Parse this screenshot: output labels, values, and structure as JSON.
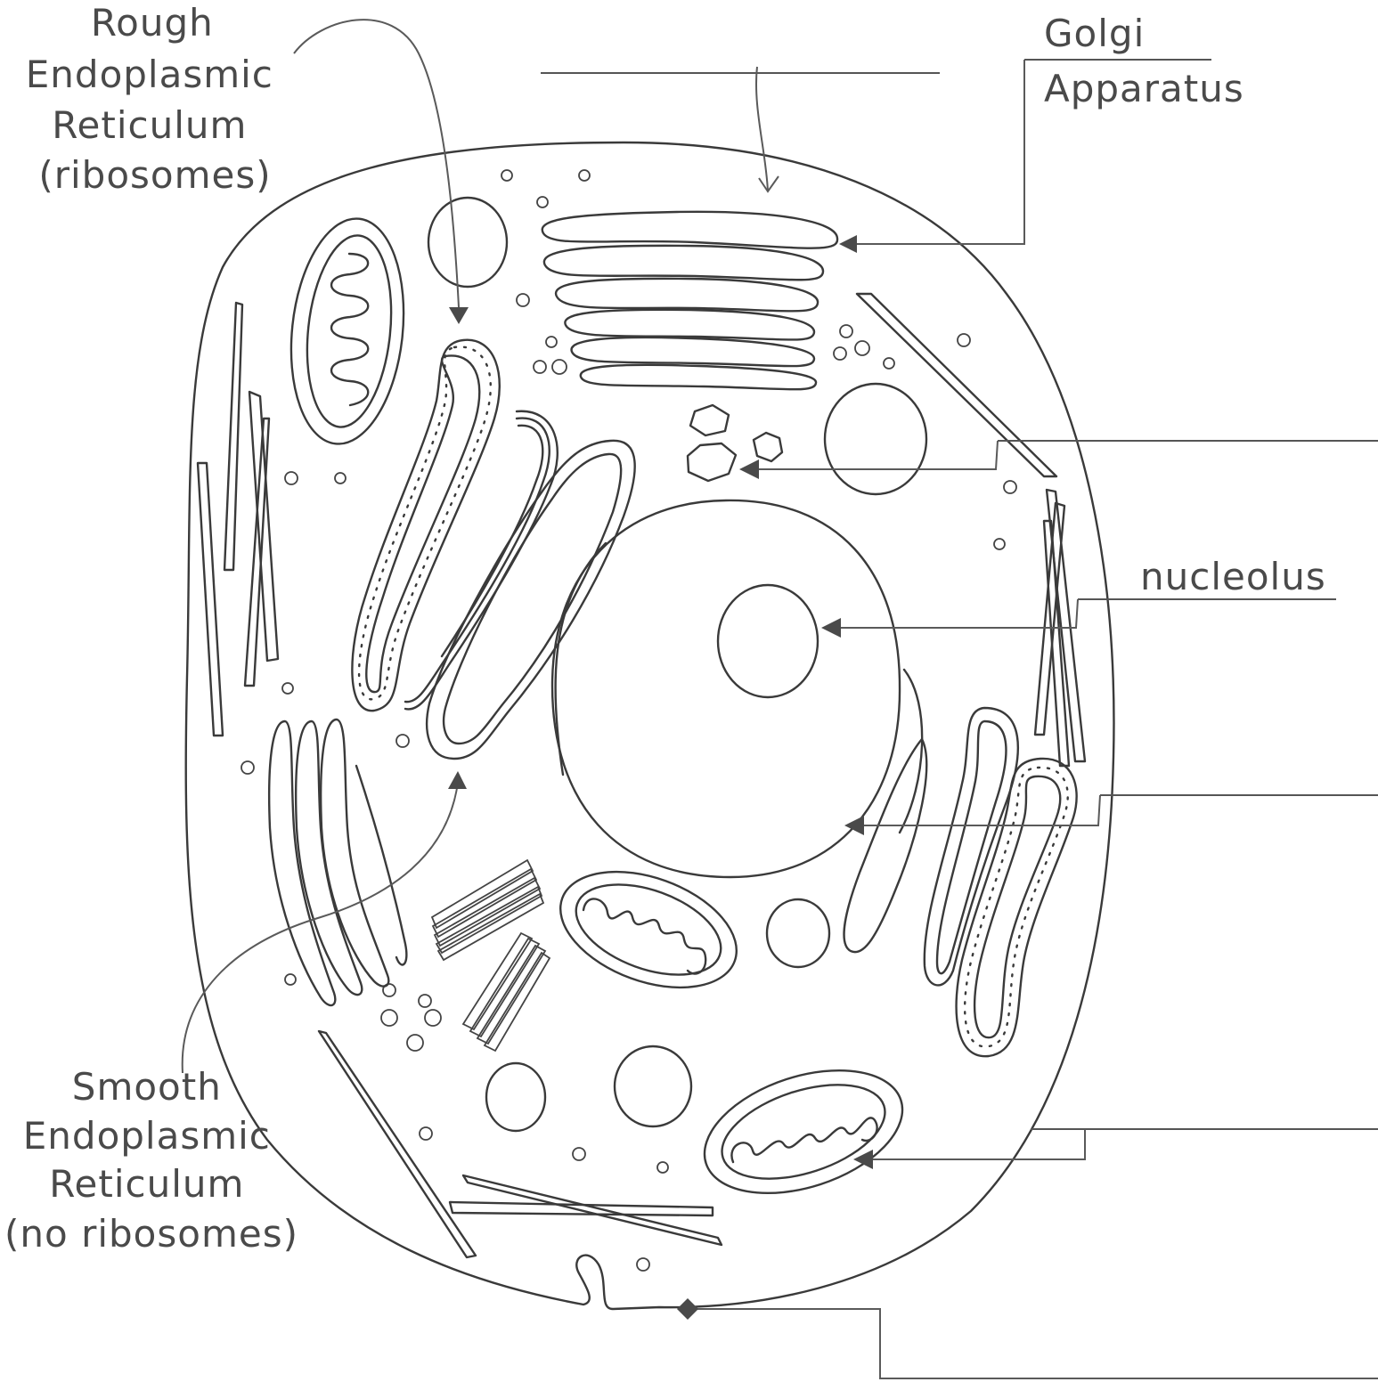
{
  "labels": {
    "rough_er": [
      "Rough",
      "Endoplasmic",
      "Reticulum",
      "(ribosomes)"
    ],
    "golgi": [
      "Golgi",
      "Apparatus"
    ],
    "nucleolus": "nucleolus",
    "smooth_er": [
      "Smooth",
      "Endoplasmic",
      "Reticulum",
      "(no ribosomes)"
    ]
  },
  "colors": {
    "line": "#3a3a3a",
    "text": "#4a4a4a",
    "background": "#ffffff"
  }
}
